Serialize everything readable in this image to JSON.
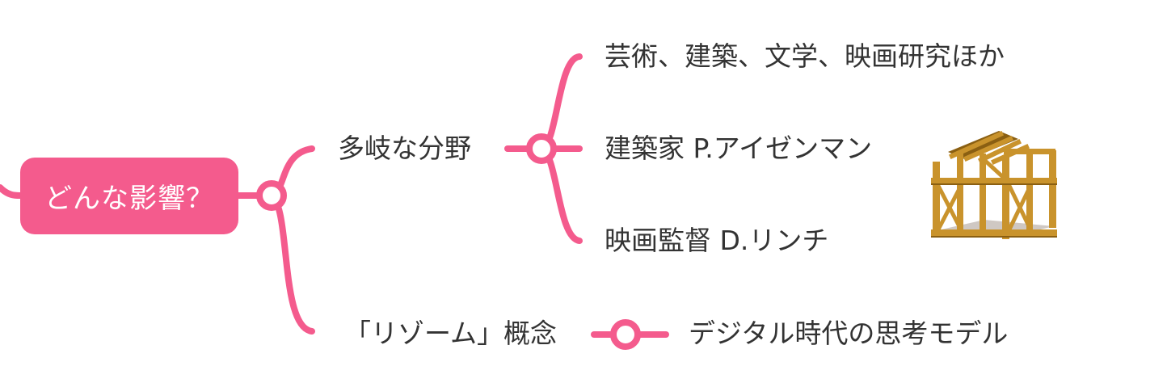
{
  "colors": {
    "accent": "#f45b8d",
    "text": "#333333",
    "root_text": "#ffffff",
    "wood": "#c9932c",
    "wood_dark": "#8a5f12",
    "floor": "#cfc8c3"
  },
  "mindmap": {
    "root": {
      "label": "どんな影響？"
    },
    "branches": [
      {
        "label": "多岐な分野",
        "children": [
          {
            "label": "芸術、建築、文学、映画研究ほか"
          },
          {
            "label": "建築家 P.アイゼンマン"
          },
          {
            "label": "映画監督 D.リンチ"
          }
        ]
      },
      {
        "label": "「リゾーム」概念",
        "children": [
          {
            "label": "デジタル時代の思考モデル"
          }
        ]
      }
    ]
  },
  "image": {
    "icon": "house-frame-icon"
  }
}
